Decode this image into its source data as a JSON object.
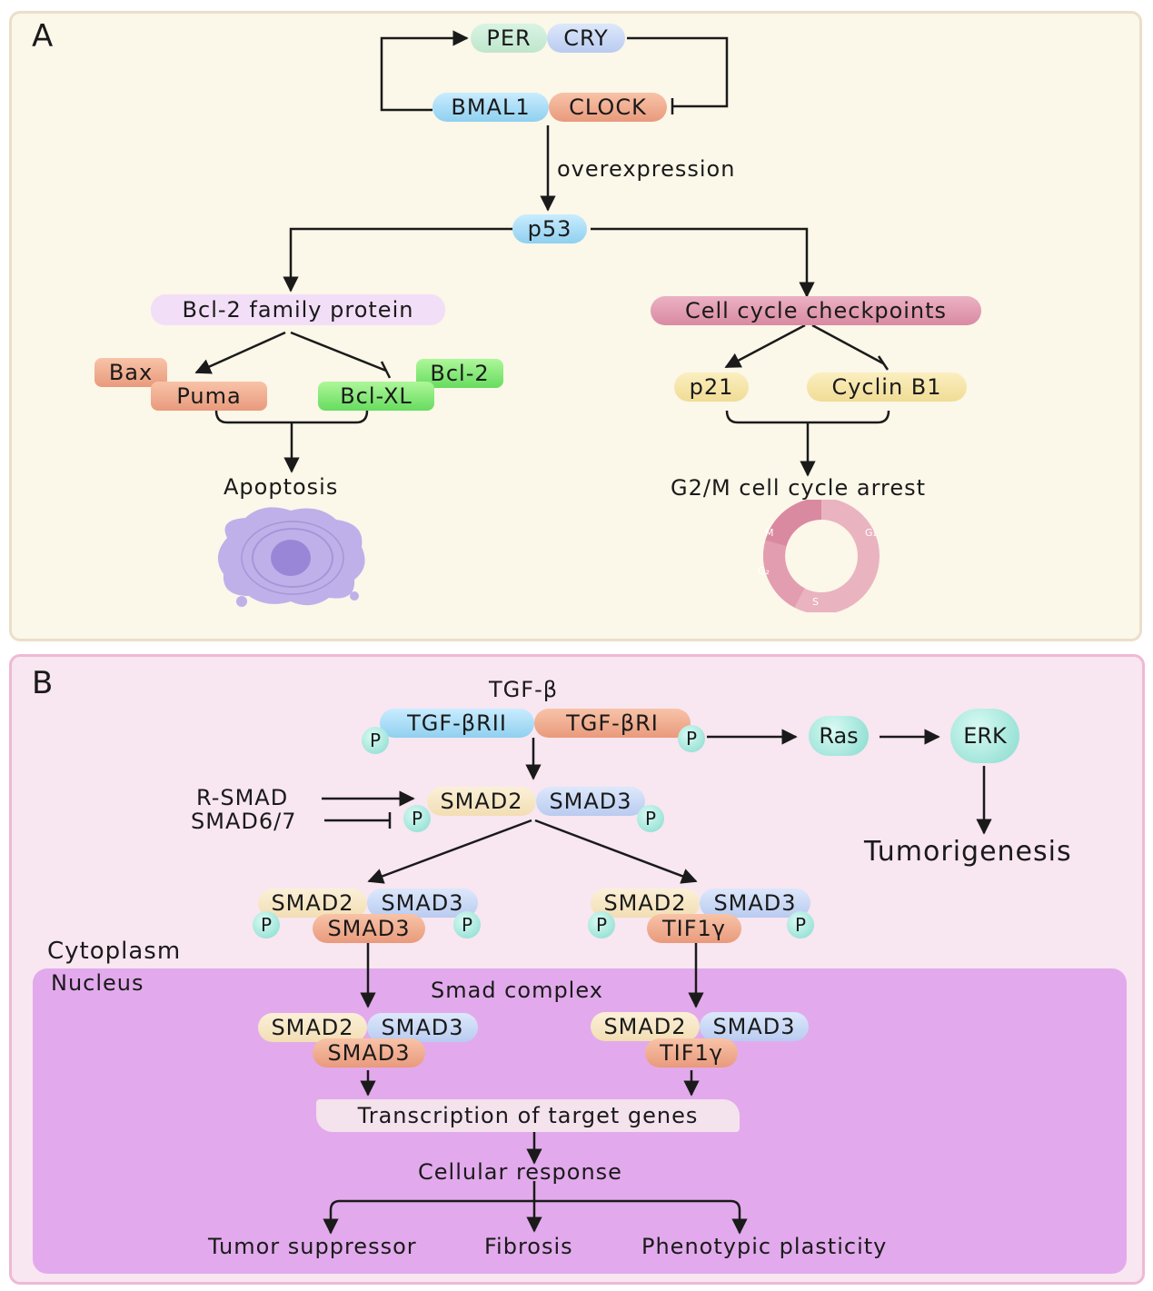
{
  "panel_a": {
    "letter": "A",
    "per": "PER",
    "cry": "CRY",
    "bmal1": "BMAL1",
    "clock": "CLOCK",
    "overexpression": "overexpression",
    "p53": "p53",
    "bcl2_family": "Bcl-2 family protein",
    "cell_cycle_checkpoints": "Cell cycle checkpoints",
    "bax": "Bax",
    "puma": "Puma",
    "bcl_xl": "Bcl-XL",
    "bcl2": "Bcl-2",
    "p21": "p21",
    "cyclin_b1": "Cyclin B1",
    "apoptosis": "Apoptosis",
    "g2m_arrest": "G2/M cell cycle arrest",
    "cycle_phases": {
      "m": "M",
      "g1": "G₁",
      "g2": "G₂",
      "s": "S"
    }
  },
  "panel_b": {
    "letter": "B",
    "tgf_beta": "TGF-β",
    "tgf_rii": "TGF-βRII",
    "tgf_ri": "TGF-βRI",
    "p": "P",
    "ras": "Ras",
    "erk": "ERK",
    "tumorigenesis": "Tumorigenesis",
    "r_smad": "R-SMAD",
    "smad67": "SMAD6/7",
    "smad2": "SMAD2",
    "smad3": "SMAD3",
    "tif1g": "TIF1γ",
    "cytoplasm": "Cytoplasm",
    "nucleus": "Nucleus",
    "smad_complex": "Smad complex",
    "transcription": "Transcription of target genes",
    "cellular_response": "Cellular response",
    "tumor_suppressor": "Tumor suppressor",
    "fibrosis": "Fibrosis",
    "phenotypic_plasticity": "Phenotypic plasticity"
  },
  "colors": {
    "panel_a_bg": "#fbf7e9",
    "panel_b_bg": "#f8e6f1",
    "nucleus_bg": "#e2aaec",
    "cell_cycle_ring": "#e8a7b8"
  },
  "icons": [
    "apoptotic-cell-icon",
    "cell-cycle-ring-icon"
  ]
}
